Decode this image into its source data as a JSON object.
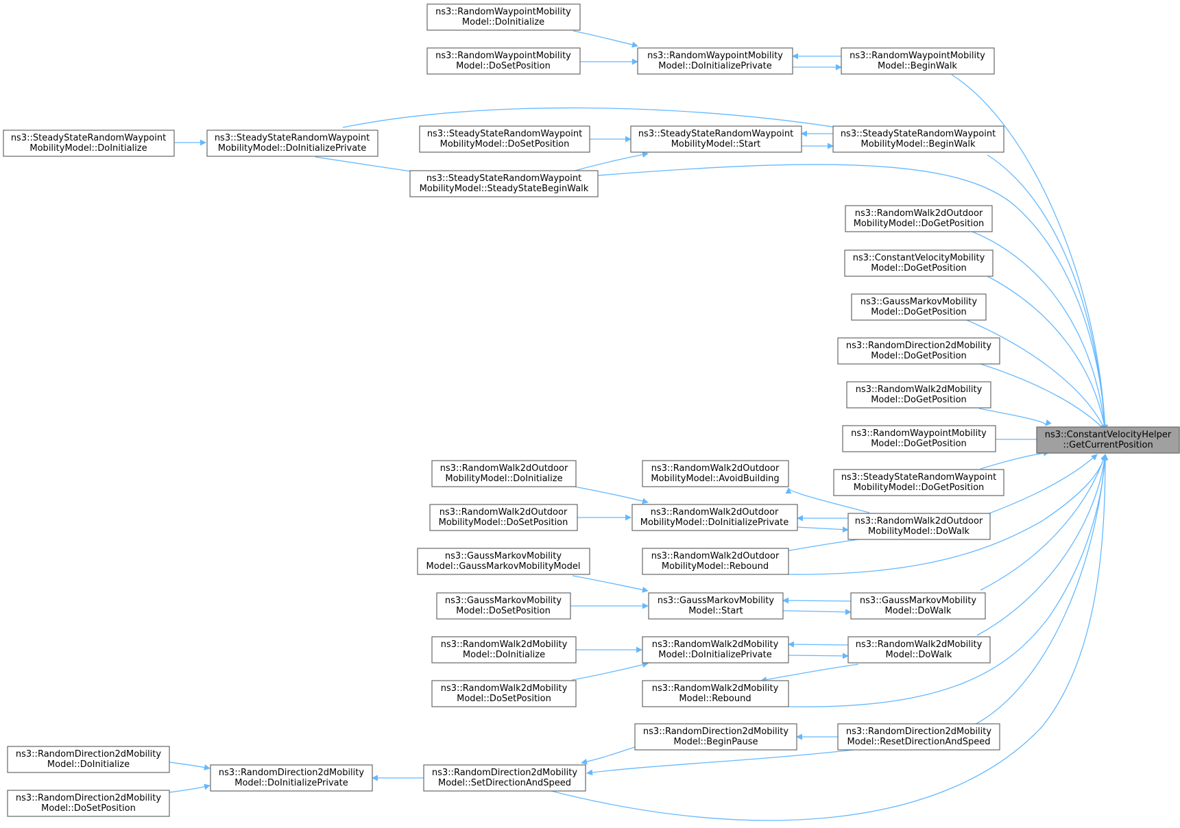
{
  "diagram": {
    "type": "caller-graph",
    "colors": {
      "edge": "#63b8ff",
      "node_border": "#666666",
      "target_fill": "#a0a0a0",
      "node_fill": "#ffffff"
    },
    "nodes": [
      {
        "id": "target",
        "lines": [
          "ns3::ConstantVelocityHelper",
          "::GetCurrentPosition"
        ],
        "highlight": true
      },
      {
        "id": "rwp_init",
        "lines": [
          "ns3::RandomWaypointMobility",
          "Model::DoInitialize"
        ]
      },
      {
        "id": "rwp_setpos",
        "lines": [
          "ns3::RandomWaypointMobility",
          "Model::DoSetPosition"
        ]
      },
      {
        "id": "rwp_initpriv",
        "lines": [
          "ns3::RandomWaypointMobility",
          "Model::DoInitializePrivate"
        ]
      },
      {
        "id": "rwp_begin",
        "lines": [
          "ns3::RandomWaypointMobility",
          "Model::BeginWalk"
        ]
      },
      {
        "id": "ss_init",
        "lines": [
          "ns3::SteadyStateRandomWaypoint",
          "MobilityModel::DoInitialize"
        ]
      },
      {
        "id": "ss_initpriv",
        "lines": [
          "ns3::SteadyStateRandomWaypoint",
          "MobilityModel::DoInitializePrivate"
        ]
      },
      {
        "id": "ss_setpos",
        "lines": [
          "ns3::SteadyStateRandomWaypoint",
          "MobilityModel::DoSetPosition"
        ]
      },
      {
        "id": "ss_start",
        "lines": [
          "ns3::SteadyStateRandomWaypoint",
          "MobilityModel::Start"
        ]
      },
      {
        "id": "ss_begin",
        "lines": [
          "ns3::SteadyStateRandomWaypoint",
          "MobilityModel::BeginWalk"
        ]
      },
      {
        "id": "ss_ssbegin",
        "lines": [
          "ns3::SteadyStateRandomWaypoint",
          "MobilityModel::SteadyStateBeginWalk"
        ]
      },
      {
        "id": "rw2o_getpos",
        "lines": [
          "ns3::RandomWalk2dOutdoor",
          "MobilityModel::DoGetPosition"
        ]
      },
      {
        "id": "cv_getpos",
        "lines": [
          "ns3::ConstantVelocityMobility",
          "Model::DoGetPosition"
        ]
      },
      {
        "id": "gm_getpos",
        "lines": [
          "ns3::GaussMarkovMobility",
          "Model::DoGetPosition"
        ]
      },
      {
        "id": "rd_getpos",
        "lines": [
          "ns3::RandomDirection2dMobility",
          "Model::DoGetPosition"
        ]
      },
      {
        "id": "rw2_getpos",
        "lines": [
          "ns3::RandomWalk2dMobility",
          "Model::DoGetPosition"
        ]
      },
      {
        "id": "rwp_getpos",
        "lines": [
          "ns3::RandomWaypointMobility",
          "Model::DoGetPosition"
        ]
      },
      {
        "id": "ss_getpos",
        "lines": [
          "ns3::SteadyStateRandomWaypoint",
          "MobilityModel::DoGetPosition"
        ]
      },
      {
        "id": "rw2o_init",
        "lines": [
          "ns3::RandomWalk2dOutdoor",
          "MobilityModel::DoInitialize"
        ]
      },
      {
        "id": "rw2o_avoid",
        "lines": [
          "ns3::RandomWalk2dOutdoor",
          "MobilityModel::AvoidBuilding"
        ]
      },
      {
        "id": "rw2o_setpos",
        "lines": [
          "ns3::RandomWalk2dOutdoor",
          "MobilityModel::DoSetPosition"
        ]
      },
      {
        "id": "rw2o_initpriv",
        "lines": [
          "ns3::RandomWalk2dOutdoor",
          "MobilityModel::DoInitializePrivate"
        ]
      },
      {
        "id": "rw2o_walk",
        "lines": [
          "ns3::RandomWalk2dOutdoor",
          "MobilityModel::DoWalk"
        ]
      },
      {
        "id": "rw2o_rebound",
        "lines": [
          "ns3::RandomWalk2dOutdoor",
          "MobilityModel::Rebound"
        ]
      },
      {
        "id": "gm_ctor",
        "lines": [
          "ns3::GaussMarkovMobility",
          "Model::GaussMarkovMobilityModel"
        ]
      },
      {
        "id": "gm_setpos",
        "lines": [
          "ns3::GaussMarkovMobility",
          "Model::DoSetPosition"
        ]
      },
      {
        "id": "gm_start",
        "lines": [
          "ns3::GaussMarkovMobility",
          "Model::Start"
        ]
      },
      {
        "id": "gm_walk",
        "lines": [
          "ns3::GaussMarkovMobility",
          "Model::DoWalk"
        ]
      },
      {
        "id": "rw2_init",
        "lines": [
          "ns3::RandomWalk2dMobility",
          "Model::DoInitialize"
        ]
      },
      {
        "id": "rw2_initpriv",
        "lines": [
          "ns3::RandomWalk2dMobility",
          "Model::DoInitializePrivate"
        ]
      },
      {
        "id": "rw2_walk",
        "lines": [
          "ns3::RandomWalk2dMobility",
          "Model::DoWalk"
        ]
      },
      {
        "id": "rw2_setpos",
        "lines": [
          "ns3::RandomWalk2dMobility",
          "Model::DoSetPosition"
        ]
      },
      {
        "id": "rw2_rebound",
        "lines": [
          "ns3::RandomWalk2dMobility",
          "Model::Rebound"
        ]
      },
      {
        "id": "rd_pause",
        "lines": [
          "ns3::RandomDirection2dMobility",
          "Model::BeginPause"
        ]
      },
      {
        "id": "rd_reset",
        "lines": [
          "ns3::RandomDirection2dMobility",
          "Model::ResetDirectionAndSpeed"
        ]
      },
      {
        "id": "rd_init",
        "lines": [
          "ns3::RandomDirection2dMobility",
          "Model::DoInitialize"
        ]
      },
      {
        "id": "rd_initpriv",
        "lines": [
          "ns3::RandomDirection2dMobility",
          "Model::DoInitializePrivate"
        ]
      },
      {
        "id": "rd_setdir",
        "lines": [
          "ns3::RandomDirection2dMobility",
          "Model::SetDirectionAndSpeed"
        ]
      },
      {
        "id": "rd_setpos",
        "lines": [
          "ns3::RandomDirection2dMobility",
          "Model::DoSetPosition"
        ]
      }
    ],
    "edges": [
      {
        "from": "rwp_init",
        "to": "rwp_initpriv"
      },
      {
        "from": "rwp_setpos",
        "to": "rwp_initpriv"
      },
      {
        "from": "rwp_begin",
        "to": "rwp_initpriv"
      },
      {
        "from": "rwp_initpriv",
        "to": "rwp_begin"
      },
      {
        "from": "rwp_begin",
        "to": "target"
      },
      {
        "from": "ss_init",
        "to": "ss_initpriv"
      },
      {
        "from": "ss_initpriv",
        "to": "ss_begin"
      },
      {
        "from": "ss_initpriv",
        "to": "ss_ssbegin"
      },
      {
        "from": "ss_setpos",
        "to": "ss_start"
      },
      {
        "from": "ss_ssbegin",
        "to": "ss_start"
      },
      {
        "from": "ss_begin",
        "to": "ss_start"
      },
      {
        "from": "ss_start",
        "to": "ss_begin"
      },
      {
        "from": "ss_begin",
        "to": "target"
      },
      {
        "from": "ss_ssbegin",
        "to": "target"
      },
      {
        "from": "rw2o_getpos",
        "to": "target"
      },
      {
        "from": "cv_getpos",
        "to": "target"
      },
      {
        "from": "gm_getpos",
        "to": "target"
      },
      {
        "from": "rd_getpos",
        "to": "target"
      },
      {
        "from": "rw2_getpos",
        "to": "target"
      },
      {
        "from": "rwp_getpos",
        "to": "target"
      },
      {
        "from": "ss_getpos",
        "to": "target"
      },
      {
        "from": "rw2o_init",
        "to": "rw2o_initpriv"
      },
      {
        "from": "rw2o_setpos",
        "to": "rw2o_initpriv"
      },
      {
        "from": "rw2o_walk",
        "to": "rw2o_avoid"
      },
      {
        "from": "rw2o_walk",
        "to": "rw2o_initpriv"
      },
      {
        "from": "rw2o_initpriv",
        "to": "rw2o_walk"
      },
      {
        "from": "rw2o_walk",
        "to": "rw2o_rebound"
      },
      {
        "from": "rw2o_walk",
        "to": "target"
      },
      {
        "from": "rw2o_rebound",
        "to": "target"
      },
      {
        "from": "gm_ctor",
        "to": "gm_start"
      },
      {
        "from": "gm_setpos",
        "to": "gm_start"
      },
      {
        "from": "gm_walk",
        "to": "gm_start"
      },
      {
        "from": "gm_start",
        "to": "gm_walk"
      },
      {
        "from": "gm_walk",
        "to": "target"
      },
      {
        "from": "rw2_init",
        "to": "rw2_initpriv"
      },
      {
        "from": "rw2_setpos",
        "to": "rw2_initpriv"
      },
      {
        "from": "rw2_walk",
        "to": "rw2_initpriv"
      },
      {
        "from": "rw2_initpriv",
        "to": "rw2_walk"
      },
      {
        "from": "rw2_walk",
        "to": "rw2_rebound"
      },
      {
        "from": "rw2_walk",
        "to": "target"
      },
      {
        "from": "rw2_rebound",
        "to": "target"
      },
      {
        "from": "rd_reset",
        "to": "rd_pause"
      },
      {
        "from": "rd_pause",
        "to": "rd_setdir"
      },
      {
        "from": "rd_reset",
        "to": "rd_setdir"
      },
      {
        "from": "rd_setdir",
        "to": "rd_initpriv"
      },
      {
        "from": "rd_init",
        "to": "rd_initpriv"
      },
      {
        "from": "rd_setpos",
        "to": "rd_initpriv"
      },
      {
        "from": "rd_reset",
        "to": "target"
      },
      {
        "from": "rd_setdir",
        "to": "target"
      }
    ]
  }
}
